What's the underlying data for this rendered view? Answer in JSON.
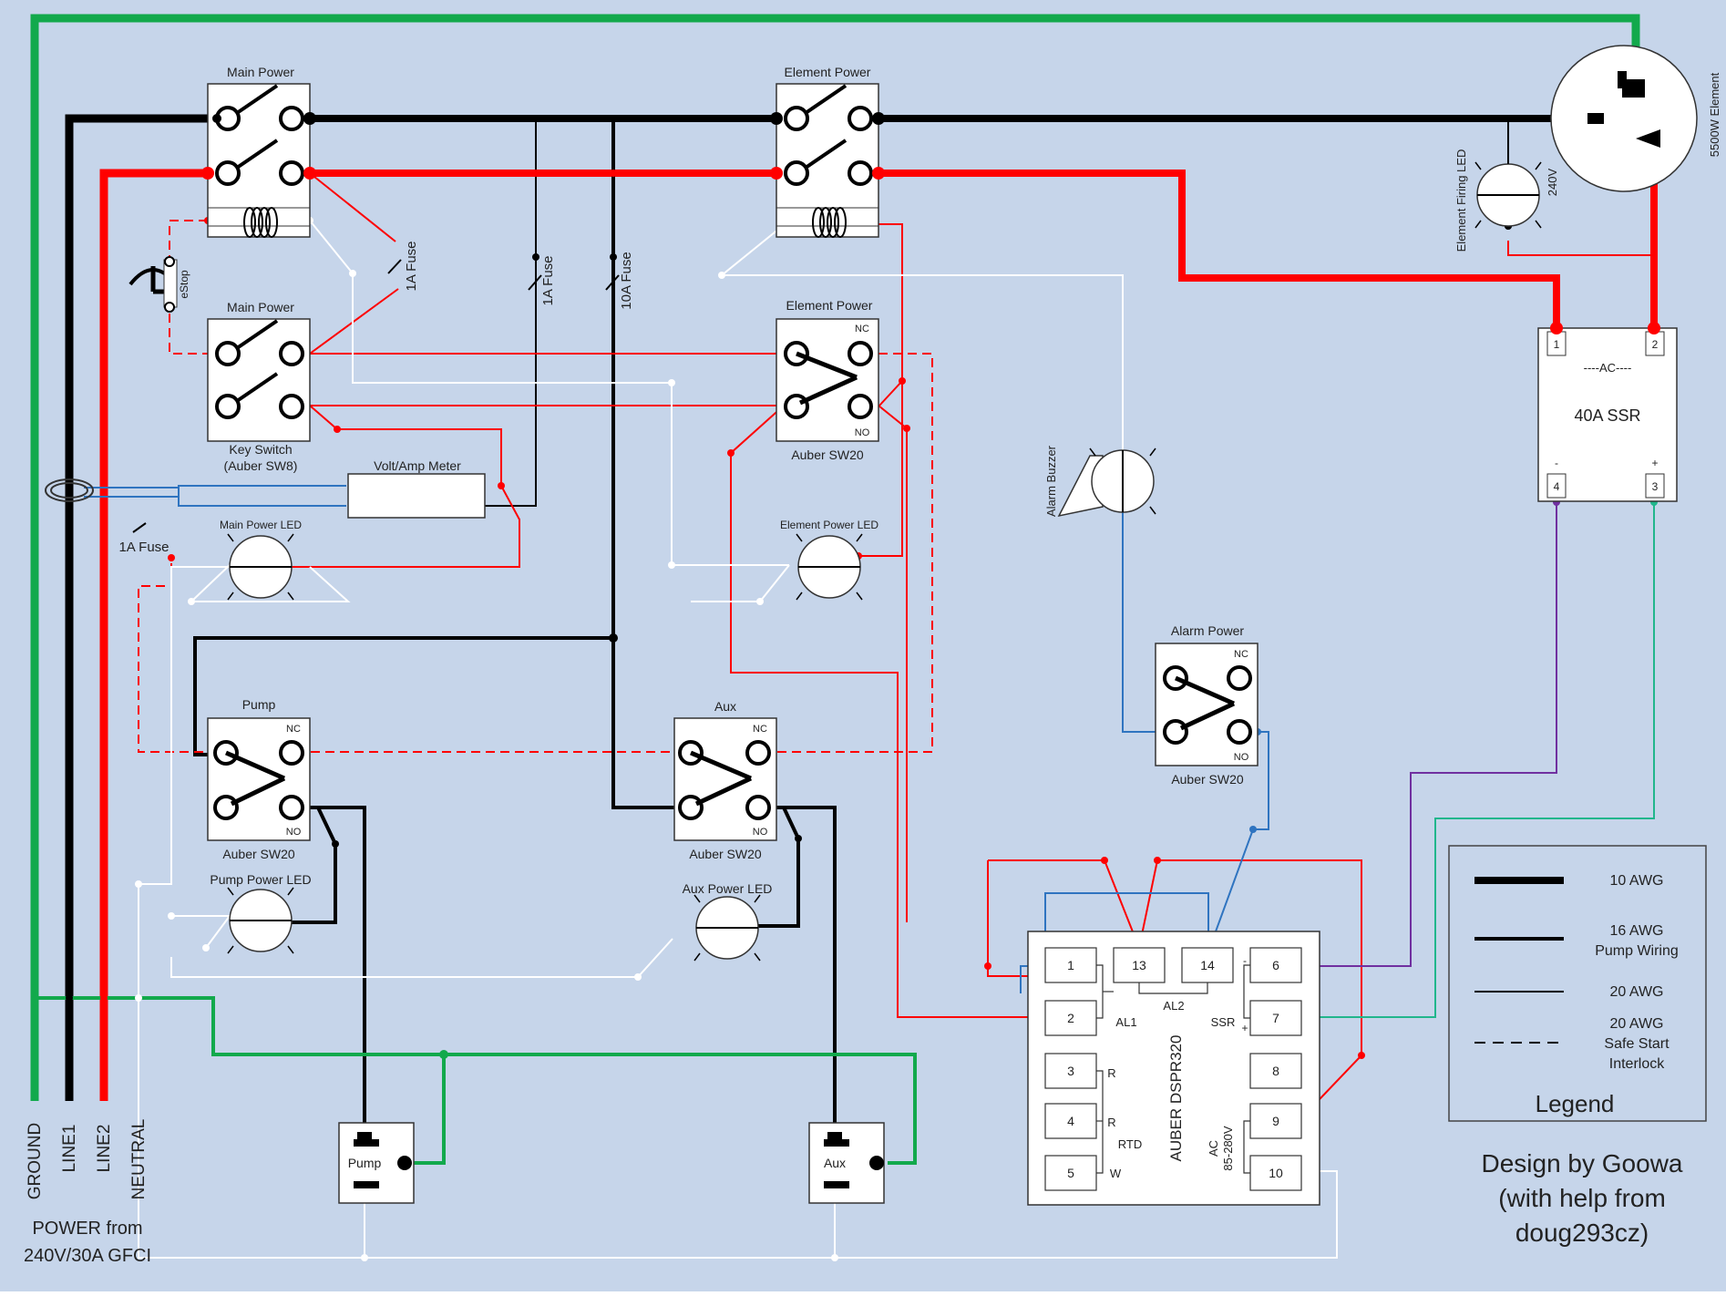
{
  "colors": {
    "background": "#c6d5ea",
    "ground": "#12a94c",
    "line1": "#000000",
    "line2": "#ff0000",
    "neutral": "#ffffff",
    "signal_blue": "#2f74c0",
    "ssr_purple": "#7030a0",
    "ssr_teal": "#21b68c"
  },
  "labels": {
    "main_power_top": "Main Power",
    "main_power_key": "Main Power",
    "key_switch_line1": "Key Switch",
    "key_switch_line2": "(Auber SW8)",
    "element_power_top": "Element Power",
    "element_power_sw": "Element Power",
    "element_sw_model": "Auber SW20",
    "estop": "eStop",
    "fuse_1a_a": "1A Fuse",
    "fuse_1a_b": "1A Fuse",
    "fuse_10a": "10A Fuse",
    "fuse_1a_bottom": "1A Fuse",
    "volt_amp_meter": "Volt/Amp Meter",
    "main_power_led": "Main Power LED",
    "element_power_led": "Element Power LED",
    "pump_title": "Pump",
    "pump_model": "Auber SW20",
    "pump_led": "Pump Power LED",
    "aux_title": "Aux",
    "aux_model": "Auber SW20",
    "aux_led": "Aux Power LED",
    "pump_outlet": "Pump",
    "aux_outlet": "Aux",
    "element": "5500W Element",
    "element_firing_led": "Element Firing LED",
    "v240": "240V",
    "ssr_title": "40A SSR",
    "ssr_ac": "----AC----",
    "ssr_t1": "1",
    "ssr_t2": "2",
    "ssr_t3": "3",
    "ssr_t4": "4",
    "ssr_minus": "-",
    "ssr_plus": "+",
    "alarm_buzzer": "Alarm Buzzer",
    "alarm_power": "Alarm Power",
    "alarm_model": "Auber SW20",
    "nc": "NC",
    "no": "NO",
    "controller_name": "AUBER DSPR320",
    "al1": "AL1",
    "al2": "AL2",
    "ssr_term": "SSR",
    "rtd": "RTD",
    "r1": "R",
    "r2": "R",
    "w": "W",
    "ac_range_1": "AC",
    "ac_range_2": "85-280V",
    "t1": "1",
    "t2": "2",
    "t3": "3",
    "t4": "4",
    "t5": "5",
    "t6": "6",
    "t7": "7",
    "t8": "8",
    "t9": "9",
    "t10": "10",
    "t13": "13",
    "t14": "14",
    "ground": "GROUND",
    "line1": "LINE1",
    "line2": "LINE2",
    "neutral": "NEUTRAL",
    "power_from_1": "POWER from",
    "power_from_2": "240V/30A GFCI",
    "design_1": "Design by Goowa",
    "design_2": "(with help from",
    "design_3": "doug293cz)"
  },
  "legend": {
    "title": "Legend",
    "items": [
      {
        "label_1": "10 AWG",
        "label_2": "",
        "label_3": ""
      },
      {
        "label_1": "16 AWG",
        "label_2": "Pump Wiring",
        "label_3": ""
      },
      {
        "label_1": "20 AWG",
        "label_2": "",
        "label_3": ""
      },
      {
        "label_1": "20 AWG",
        "label_2": "Safe Start",
        "label_3": "Interlock"
      }
    ]
  }
}
